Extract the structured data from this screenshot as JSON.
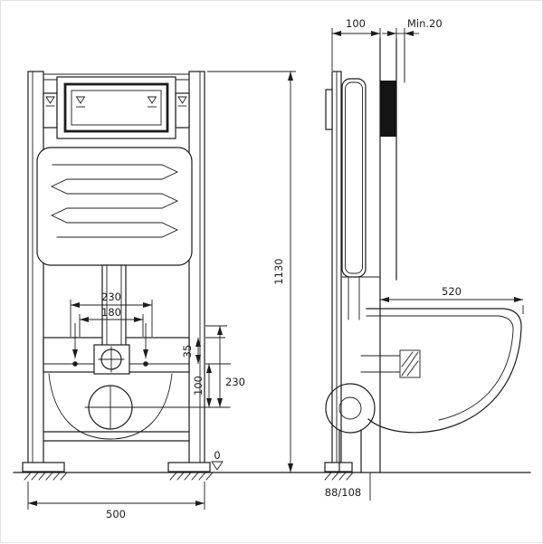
{
  "dimensions": {
    "fixing_width_outer": "230",
    "fixing_width_inner": "180",
    "support_offset": "35",
    "outlet_drop": "100",
    "outlet_height": "230",
    "frame_height": "1130",
    "floor_datum": "0",
    "frame_width": "500",
    "frame_depth": "100",
    "wall_min_thickness": "Min.20",
    "installation_depth": "520",
    "outlet_center_height": "88/108"
  },
  "colors": {
    "line": "#1c1c1c",
    "background": "#ffffff",
    "wall_section_fill": "#141414"
  }
}
